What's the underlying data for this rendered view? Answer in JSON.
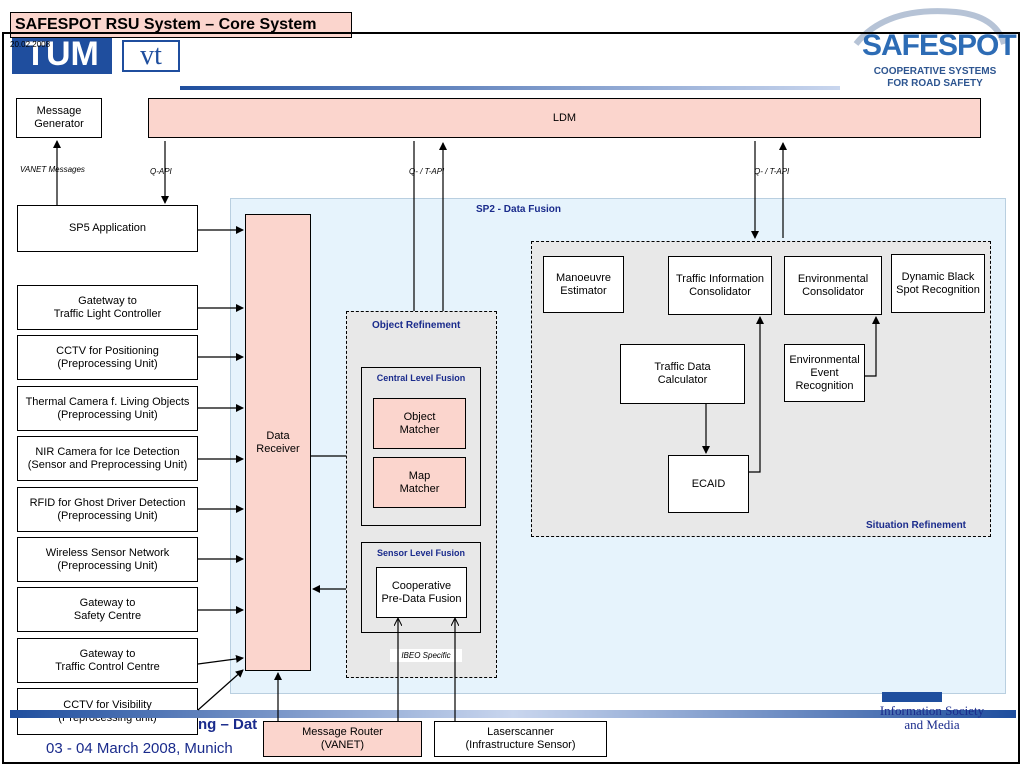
{
  "slide": {
    "title": "SAFESPOT RSU System – Core System",
    "date": "20.02.2008",
    "logo_tum_text": "TUM",
    "logo_vt_text": "vt",
    "logo_safespot_text": "SAFESPOT",
    "logo_safespot_tagline": "COOPERATIVE SYSTEMS\nFOR ROAD SAFETY",
    "footer_left_partial": "ng – Dat",
    "footer_event": "03 - 04 March 2008, Munich",
    "footer_right": "Information Society\nand Media"
  },
  "diagram": {
    "ldm": "LDM",
    "message_generator": "Message\nGenerator",
    "vanet_messages_label": "VANET Messages",
    "q_api_label": "Q-API",
    "qt_api_label_1": "Q- / T-API",
    "qt_api_label_2": "Q- / T-API",
    "sp5_application": "SP5 Application",
    "data_receiver": "Data\nReceiver",
    "sp2_title": "SP2 - Data Fusion",
    "sources": [
      "Gatetway to\nTraffic Light Controller",
      "CCTV for Positioning\n(Preprocessing Unit)",
      "Thermal Camera f. Living Objects\n(Preprocessing Unit)",
      "NIR Camera for Ice Detection\n(Sensor and Preprocessing Unit)",
      "RFID for Ghost Driver Detection\n(Preprocessing Unit)",
      "Wireless Sensor Network\n(Preprocessing Unit)",
      "Gateway to\nSafety Centre",
      "Gateway to\nTraffic Control Centre",
      "CCTV for Visibility\n(Preprocessing unit)"
    ],
    "object_refinement": "Object Refinement",
    "central_level_fusion": "Central Level Fusion",
    "object_matcher": "Object\nMatcher",
    "map_matcher": "Map\nMatcher",
    "sensor_level_fusion": "Sensor Level Fusion",
    "cooperative_pre_data_fusion": "Cooperative\nPre-Data Fusion",
    "ibeo_specific": "IBEO Specific",
    "manoeuvre_estimator": "Manoeuvre\nEstimator",
    "traffic_info_consolidator": "Traffic Information\nConsolidator",
    "environmental_consolidator": "Environmental\nConsolidator",
    "dynamic_black_spot": "Dynamic Black\nSpot Recognition",
    "traffic_data_calculator": "Traffic Data\nCalculator",
    "environmental_event_recognition": "Environmental\nEvent\nRecognition",
    "ecaid": "ECAID",
    "situation_refinement": "Situation Refinement",
    "message_router": "Message Router\n(VANET)",
    "laserscanner": "Laserscanner\n(Infrastructure Sensor)"
  },
  "colors": {
    "pink": "#fbd5cd",
    "sp2_background": "#e6f3fc",
    "refinement_background": "#e8e8e8",
    "accent_blue": "#1a2b8c",
    "logo_blue": "#1f4e9e"
  }
}
